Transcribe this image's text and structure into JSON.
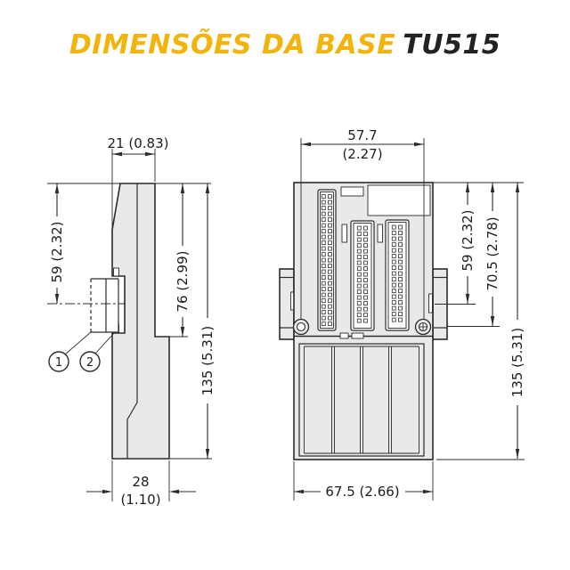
{
  "title": {
    "prefix": "DIMENSÕES DA BASE",
    "model": "TU515"
  },
  "colors": {
    "accent": "#f2b40b",
    "ink": "#222222",
    "line": "#2b2b2b",
    "body_fill": "#e9e9e9"
  },
  "side_view": {
    "dims": {
      "top_width": "21 (0.83)",
      "height_to_centerline": "59 (2.32)",
      "height_upper": "76 (2.99)",
      "height_total": "135 (5.31)",
      "bottom_width_mm": "28",
      "bottom_width_in": "(1.10)"
    },
    "callouts": {
      "one": "1",
      "two": "2"
    }
  },
  "front_view": {
    "dims": {
      "screw_spacing_mm": "57.7",
      "screw_spacing_in": "(2.27)",
      "height_to_centerline": "59 (2.32)",
      "height_to_tab_bottom": "70.5 (2.78)",
      "height_total": "135 (5.31)",
      "bottom_width": "67.5 (2.66)"
    }
  }
}
